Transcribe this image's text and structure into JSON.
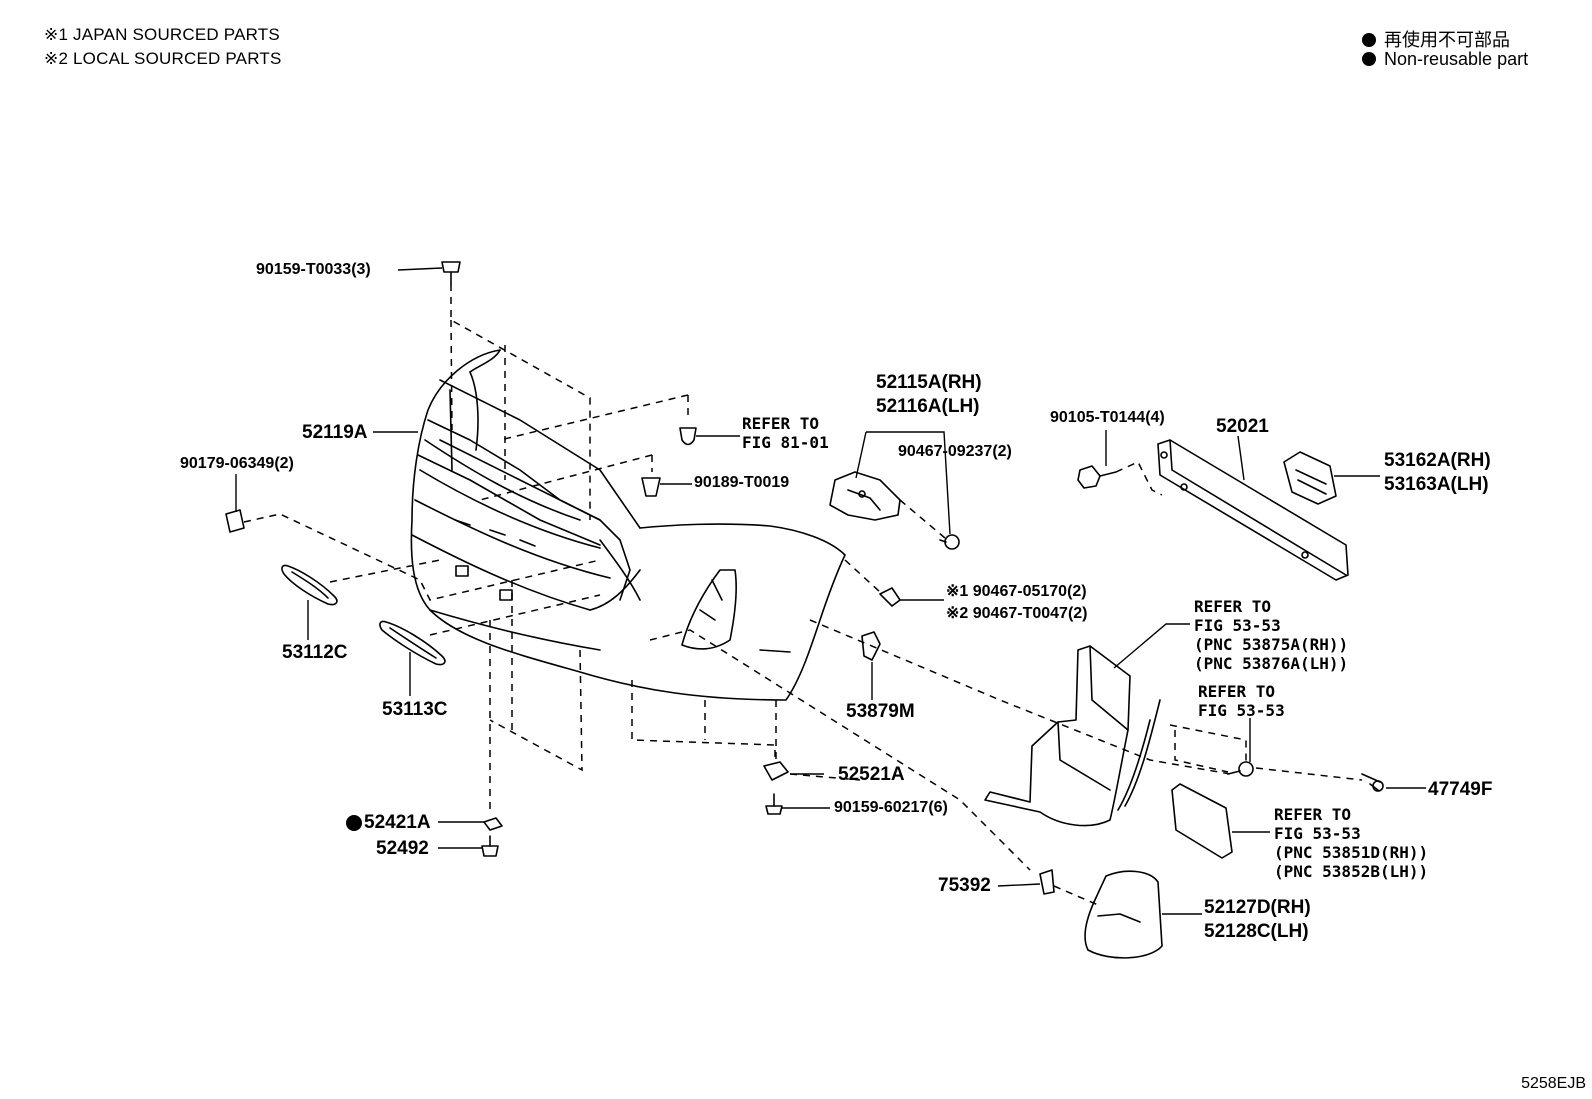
{
  "header": {
    "note1": "※1 JAPAN SOURCED PARTS",
    "note2": "※2 LOCAL SOURCED PARTS"
  },
  "legend": {
    "jp": "再使用不可部品",
    "en": "Non-reusable part"
  },
  "labels": {
    "p90159_T0033": "90159-T0033(3)",
    "p52119A": "52119A",
    "p90179": "90179-06349(2)",
    "p90189": "90189-T0019",
    "p53112C": "53112C",
    "p53113C": "53113C",
    "p52421A": "52421A",
    "p52492": "52492",
    "p52521A": "52521A",
    "p90159_60217": "90159-60217(6)",
    "p52115A": "52115A(RH)",
    "p52116A": "52116A(LH)",
    "p90467_09237": "90467-09237(2)",
    "p90105": "90105-T0144(4)",
    "p52021": "52021",
    "p53162A": "53162A(RH)",
    "p53163A": "53163A(LH)",
    "p90467_05170": "※1 90467-05170(2)",
    "p90467_T0047": "※2 90467-T0047(2)",
    "p53879M": "53879M",
    "p47749F": "47749F",
    "p75392": "75392",
    "p52127D": "52127D(RH)",
    "p52128C": "52128C(LH)"
  },
  "refs": {
    "ref_81": "REFER TO\nFIG 81-01",
    "ref_53_a": "REFER TO\nFIG 53-53\n(PNC 53875A(RH))\n(PNC 53876A(LH))",
    "ref_53_b": "REFER TO\nFIG 53-53",
    "ref_53_c": "REFER TO\nFIG 53-53\n(PNC 53851D(RH))\n(PNC 53852B(LH))"
  },
  "figure_code": "5258EJB"
}
